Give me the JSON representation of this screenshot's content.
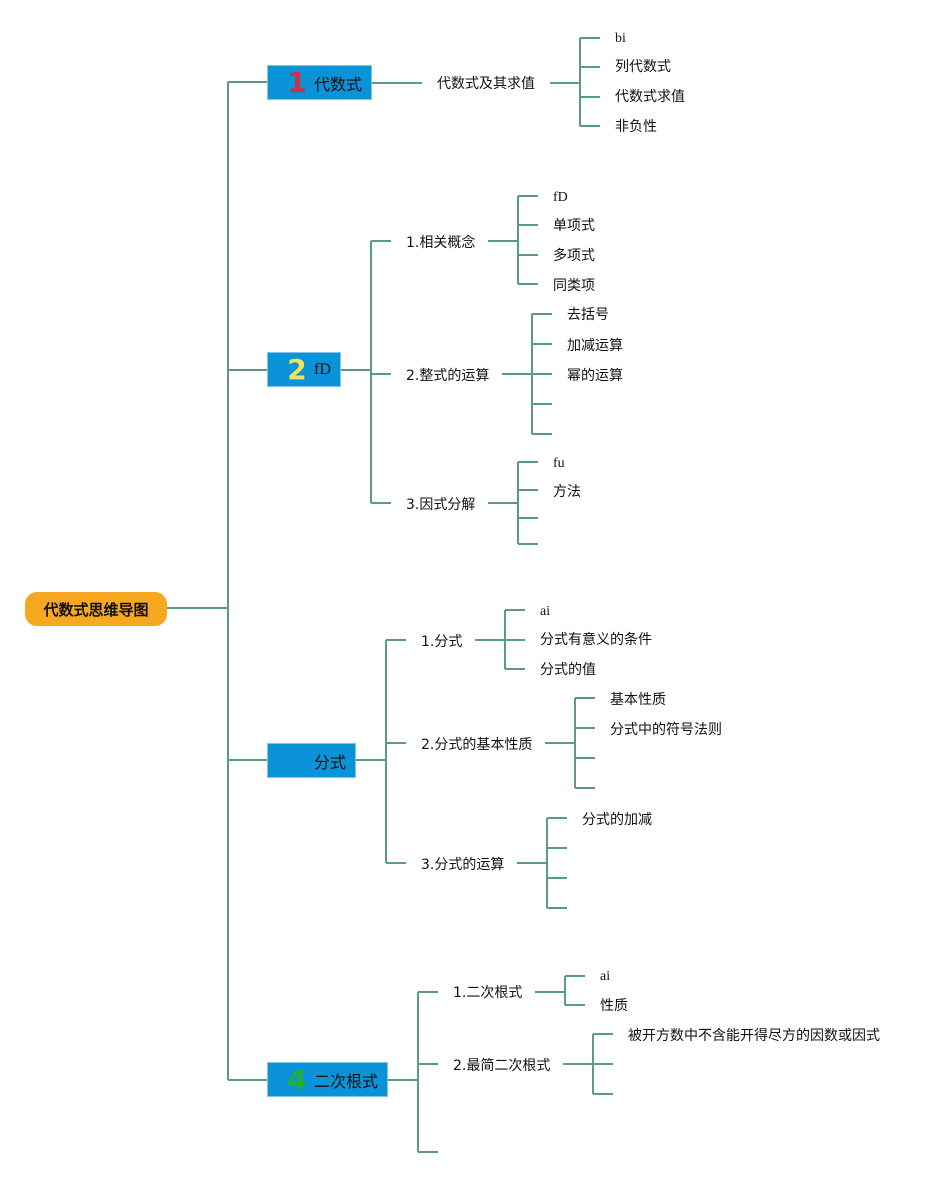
{
  "root": {
    "label": "代数式思维导图"
  },
  "topics": [
    {
      "id": "t1",
      "number": "1",
      "label": "代数式",
      "number_color": "#d22d45",
      "subtopics": [
        {
          "label": "代数式及其求值",
          "items": [
            "bi",
            "列代数式",
            "代数式求值",
            "非负性"
          ]
        }
      ]
    },
    {
      "id": "t2",
      "number": "2",
      "label": "fD",
      "number_color": "#f2e25a",
      "subtopics": [
        {
          "label": "1.相关概念",
          "items": [
            "fD",
            "单项式",
            "多项式",
            "同类项"
          ]
        },
        {
          "label": "2.整式的运算",
          "items": [
            "去括号",
            "加减运算",
            "幂的运算",
            "",
            ""
          ]
        },
        {
          "label": "3.因式分解",
          "items": [
            "fu",
            "方法",
            "",
            ""
          ]
        }
      ]
    },
    {
      "id": "t3",
      "number": "",
      "label": "分式",
      "number_color": "",
      "subtopics": [
        {
          "label": "1.分式",
          "items": [
            "ai",
            "分式有意义的条件",
            "分式的值"
          ]
        },
        {
          "label": "2.分式的基本性质",
          "items": [
            "基本性质",
            "分式中的符号法则",
            "",
            ""
          ]
        },
        {
          "label": "3.分式的运算",
          "items": [
            "分式的加减",
            "",
            "",
            ""
          ]
        }
      ]
    },
    {
      "id": "t4",
      "number": "4",
      "label": "二次根式",
      "number_color": "#20b03a",
      "subtopics": [
        {
          "label": "1.二次根式",
          "items": [
            "ai",
            "性质"
          ]
        },
        {
          "label": "2.最简二次根式",
          "items": [
            "被开方数中不含能开得尽方的因数或因式",
            "",
            ""
          ]
        },
        {
          "label": "",
          "items": []
        }
      ]
    }
  ],
  "colors": {
    "connector": "#5a9a8a",
    "root_fill": "#f6a821",
    "topic_fill": "#0a93d8"
  }
}
